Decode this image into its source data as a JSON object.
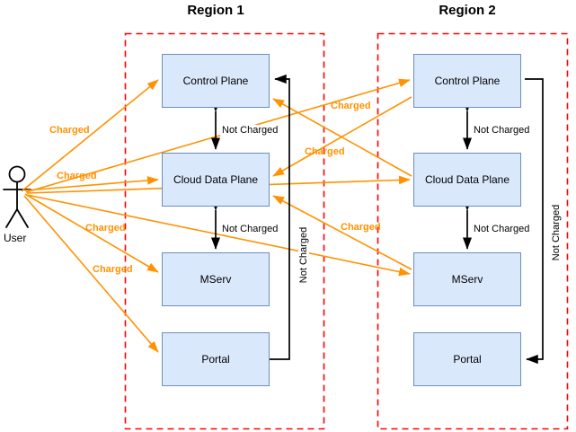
{
  "diagram": {
    "title_region1": "Region 1",
    "title_region2": "Region 2",
    "actor": {
      "label": "User",
      "icon": "user-stick-figure-icon"
    },
    "colors": {
      "region_border": "#ff0000",
      "node_fill": "#dae8fc",
      "node_border": "#6c8ebf",
      "charged_edge": "#ff9200",
      "not_charged_edge": "#000000",
      "background": "#ffffff"
    },
    "regions": [
      {
        "name": "Region 1",
        "nodes": [
          {
            "id": "r1-control-plane",
            "label": "Control Plane"
          },
          {
            "id": "r1-cloud-data-plane",
            "label": "Cloud Data Plane"
          },
          {
            "id": "r1-mserv",
            "label": "MServ"
          },
          {
            "id": "r1-portal",
            "label": "Portal"
          }
        ]
      },
      {
        "name": "Region 2",
        "nodes": [
          {
            "id": "r2-control-plane",
            "label": "Control Plane"
          },
          {
            "id": "r2-cloud-data-plane",
            "label": "Cloud Data Plane"
          },
          {
            "id": "r2-mserv",
            "label": "MServ"
          },
          {
            "id": "r2-portal",
            "label": "Portal"
          }
        ]
      }
    ],
    "edge_labels": {
      "charged": "Charged",
      "not_charged": "Not Charged"
    },
    "edges": [
      {
        "from": "User",
        "to": "r1-control-plane",
        "label": "Charged",
        "kind": "charged"
      },
      {
        "from": "User",
        "to": "r1-cloud-data-plane",
        "label": "Charged",
        "kind": "charged"
      },
      {
        "from": "User",
        "to": "r1-mserv",
        "label": "Charged",
        "kind": "charged"
      },
      {
        "from": "User",
        "to": "r1-portal",
        "label": "Charged",
        "kind": "charged"
      },
      {
        "from": "r2-control-plane",
        "to": "User",
        "label": "Charged",
        "kind": "charged"
      },
      {
        "from": "r2-cloud-data-plane",
        "to": "User",
        "label": "Charged",
        "kind": "charged"
      },
      {
        "from": "User",
        "to": "r2-control-plane",
        "label": "Charged",
        "kind": "charged"
      },
      {
        "from": "User",
        "to": "r2-cloud-data-plane",
        "label": "Charged",
        "kind": "charged"
      },
      {
        "from": "User",
        "to": "r2-mserv",
        "label": "Charged",
        "kind": "charged"
      },
      {
        "from": "r1-control-plane",
        "to": "r1-cloud-data-plane",
        "label": "Not Charged",
        "kind": "not-charged"
      },
      {
        "from": "r1-cloud-data-plane",
        "to": "r1-mserv",
        "label": "Not Charged",
        "kind": "not-charged"
      },
      {
        "from": "r1-portal",
        "to": "r1-control-plane",
        "label": "Not Charged",
        "kind": "not-charged"
      },
      {
        "from": "r2-control-plane",
        "to": "r2-cloud-data-plane",
        "label": "Not Charged",
        "kind": "not-charged"
      },
      {
        "from": "r2-cloud-data-plane",
        "to": "r2-mserv",
        "label": "Not Charged",
        "kind": "not-charged"
      },
      {
        "from": "r2-control-plane",
        "to": "r2-portal",
        "label": "Not Charged",
        "kind": "not-charged"
      }
    ],
    "labels_rendered": {
      "charged_1": "Charged",
      "charged_2": "Charged",
      "charged_3": "Charged",
      "charged_4": "Charged",
      "charged_5": "Charged",
      "charged_6": "Charged",
      "charged_7": "Charged",
      "not_charged_r1_cp_cdp": "Not Charged",
      "not_charged_r1_cdp_ms": "Not Charged",
      "not_charged_r1_side": "Not Charged",
      "not_charged_r2_cp_cdp": "Not Charged",
      "not_charged_r2_cdp_ms": "Not Charged",
      "not_charged_r2_side": "Not Charged"
    }
  }
}
